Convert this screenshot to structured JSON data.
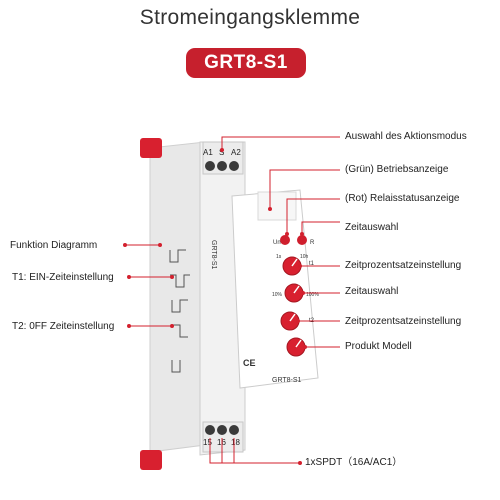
{
  "title": "Stromeingangsklemme",
  "model_badge": "GRT8-S1",
  "accent_color": "#c6202d",
  "terminals_top": [
    "A1",
    "S",
    "A2"
  ],
  "terminals_bottom": [
    "15",
    "16",
    "18"
  ],
  "leds": [
    "Un",
    "R"
  ],
  "panel_texts": {
    "model": "GRT8-S1",
    "side_model": "GRT8-S1",
    "ce": "CE",
    "dial_t1": "t1",
    "dial_t2": "t2",
    "dial_min": "1s",
    "dial_max": "10h",
    "pct_min": "10%",
    "pct_max": "100%"
  },
  "callouts": {
    "right": [
      "Auswahl des Aktionsmodus",
      "(Grün) Betriebsanzeige",
      "(Rot) Relaisstatusanzeige",
      "Zeitauswahl",
      "Zeitprozentsatzeinstellung",
      "Zeitauswahl",
      "Zeitprozentsatzeinstellung",
      "Produkt Modell"
    ],
    "left": [
      "Funktion Diagramm",
      "T1: EIN-Zeiteinstellung",
      "T2: 0FF Zeiteinstellung"
    ],
    "bottom": "1xSPDT（16A/AC1）"
  }
}
